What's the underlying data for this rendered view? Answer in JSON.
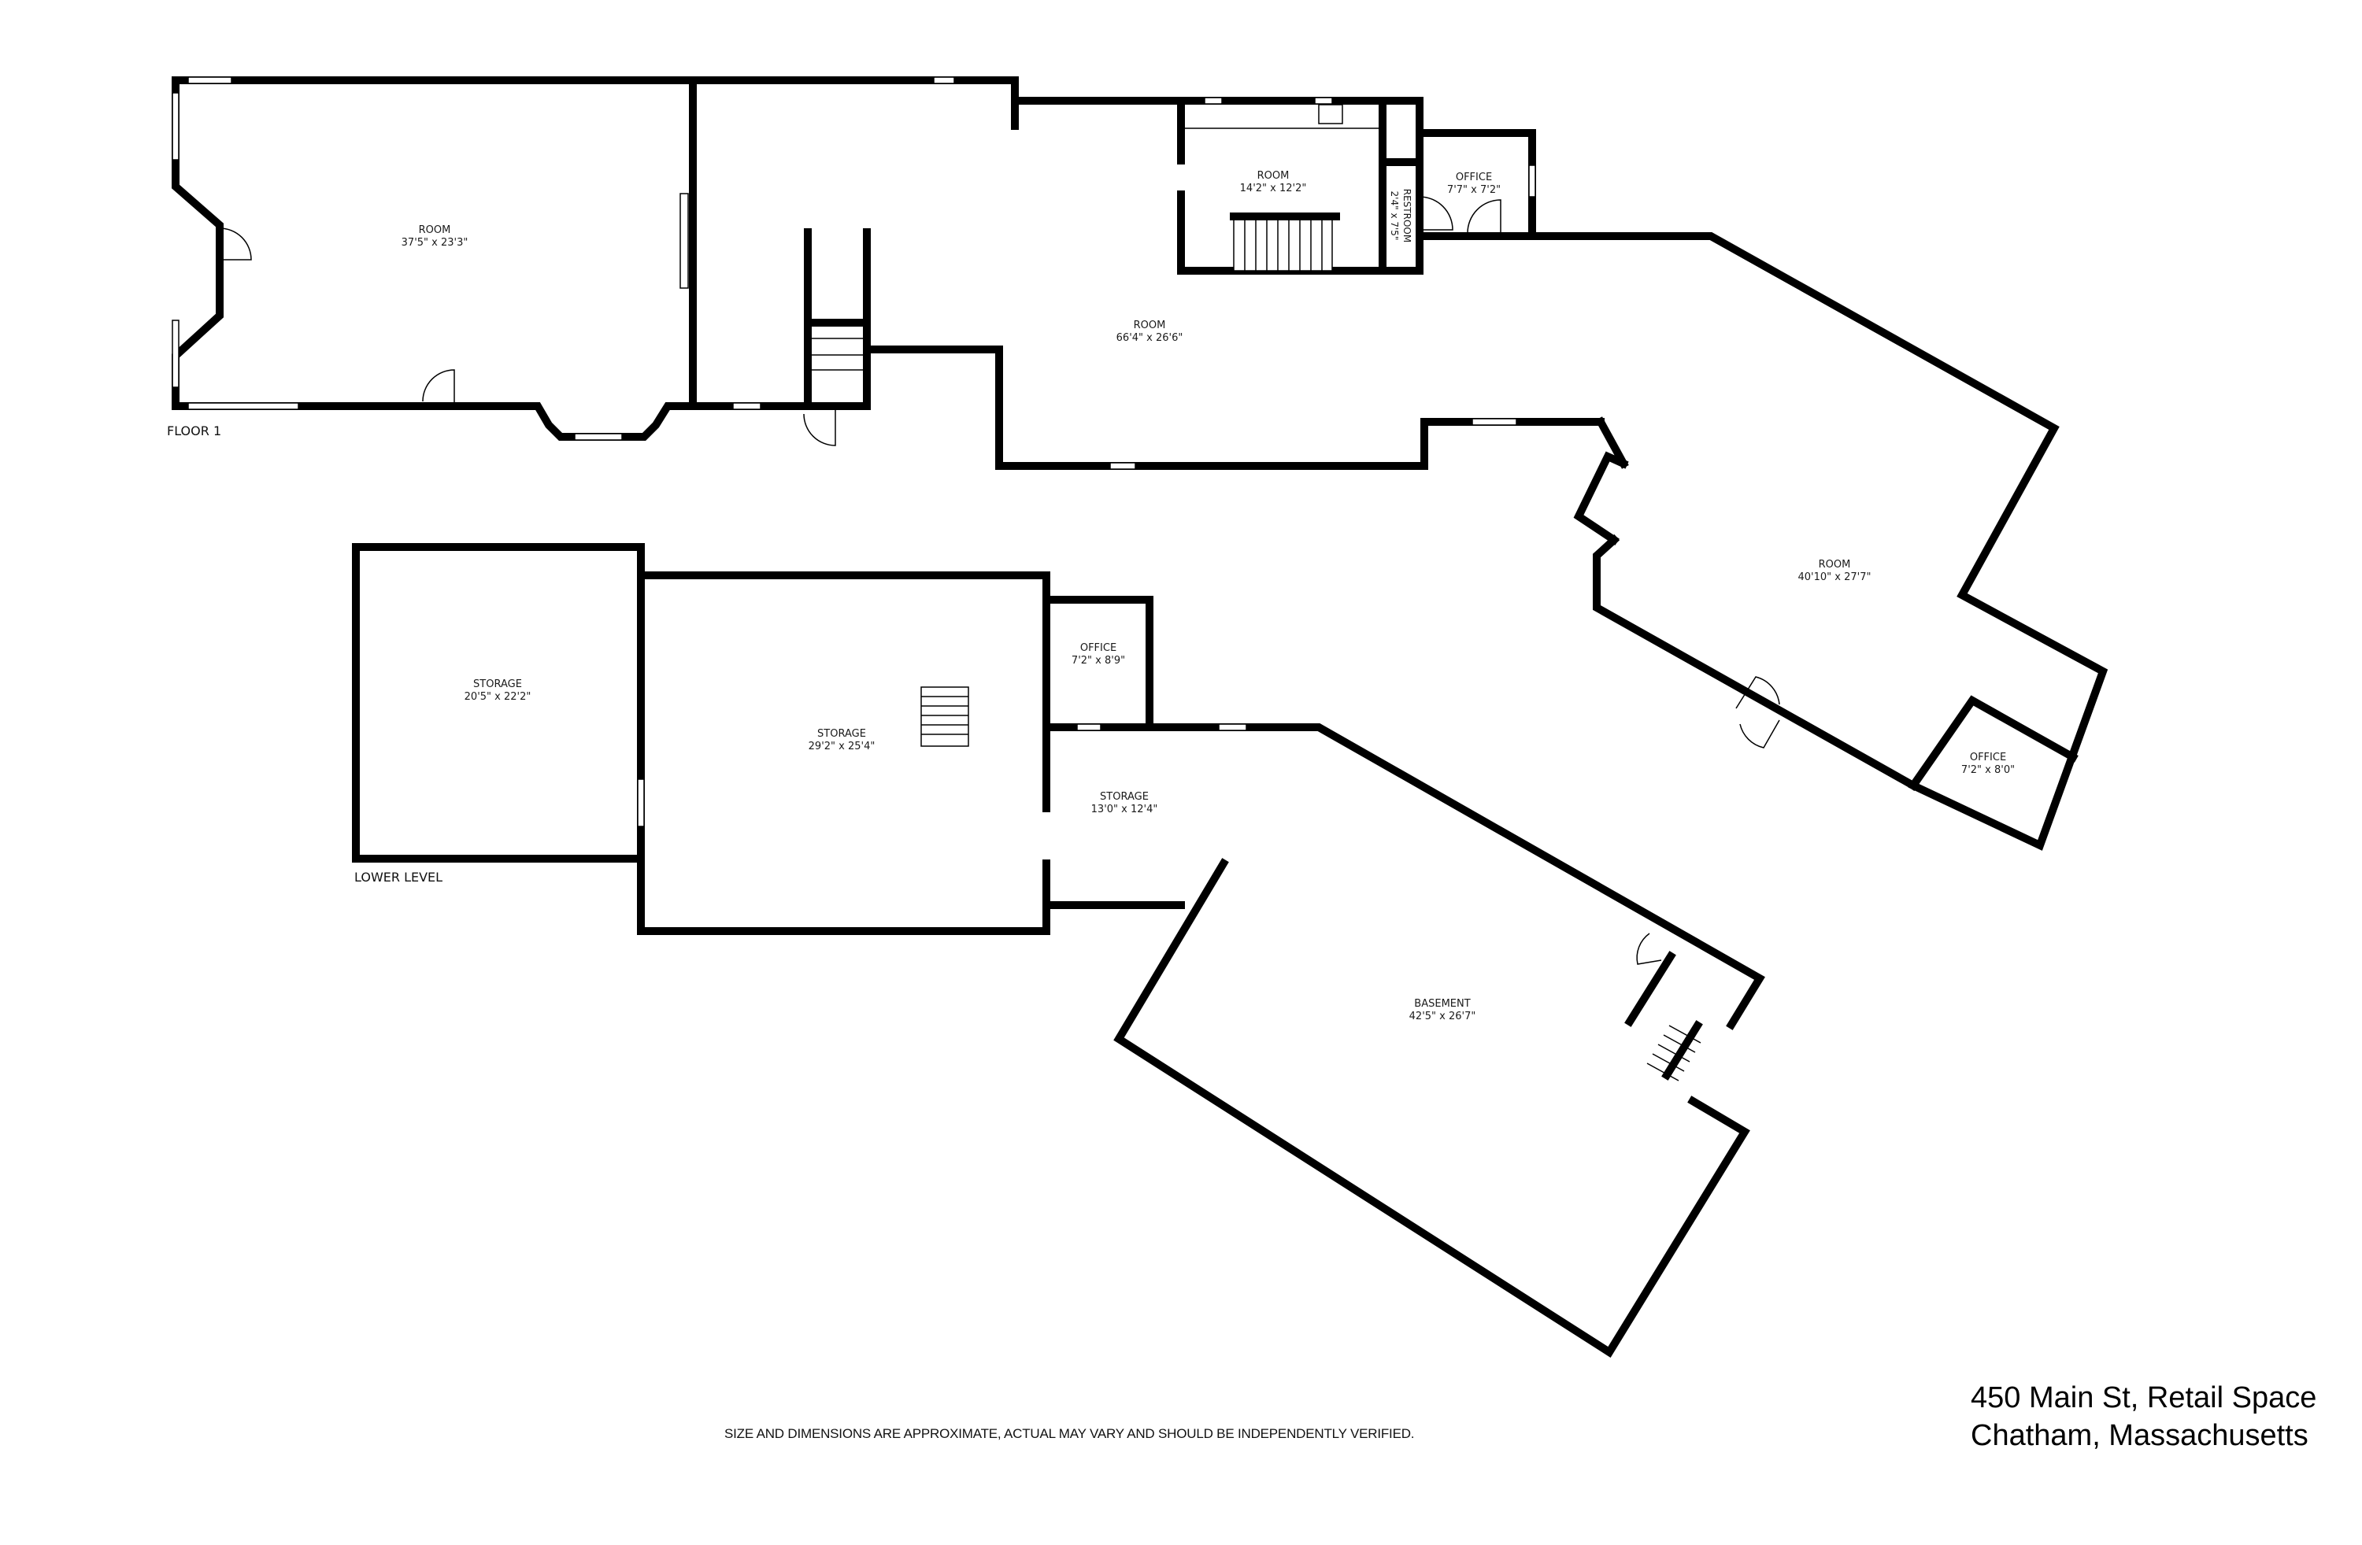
{
  "levels": [
    {
      "label": "FLOOR 1"
    },
    {
      "label": "LOWER LEVEL"
    }
  ],
  "floor1": {
    "rooms": [
      {
        "name": "ROOM",
        "dims": "37'5\" x 23'3\""
      },
      {
        "name": "ROOM",
        "dims": "66'4\" x 26'6\""
      },
      {
        "name": "ROOM",
        "dims": "14'2\" x 12'2\""
      },
      {
        "name": "RESTROOM",
        "dims": "2'4\" x 7'5\""
      },
      {
        "name": "OFFICE",
        "dims": "7'7\" x 7'2\""
      },
      {
        "name": "ROOM",
        "dims": "40'10\" x 27'7\""
      },
      {
        "name": "OFFICE",
        "dims": "7'2\" x 8'0\""
      }
    ]
  },
  "lower_level": {
    "rooms": [
      {
        "name": "STORAGE",
        "dims": "20'5\" x 22'2\""
      },
      {
        "name": "STORAGE",
        "dims": "29'2\" x 25'4\""
      },
      {
        "name": "OFFICE",
        "dims": "7'2\" x 8'9\""
      },
      {
        "name": "STORAGE",
        "dims": "13'0\" x 12'4\""
      },
      {
        "name": "BASEMENT",
        "dims": "42'5\" x 26'7\""
      }
    ]
  },
  "footer": {
    "disclaimer": "SIZE AND DIMENSIONS ARE APPROXIMATE, ACTUAL MAY VARY AND SHOULD BE INDEPENDENTLY VERIFIED.",
    "address_line1": "450 Main St, Retail Space",
    "address_line2": "Chatham, Massachusetts"
  }
}
